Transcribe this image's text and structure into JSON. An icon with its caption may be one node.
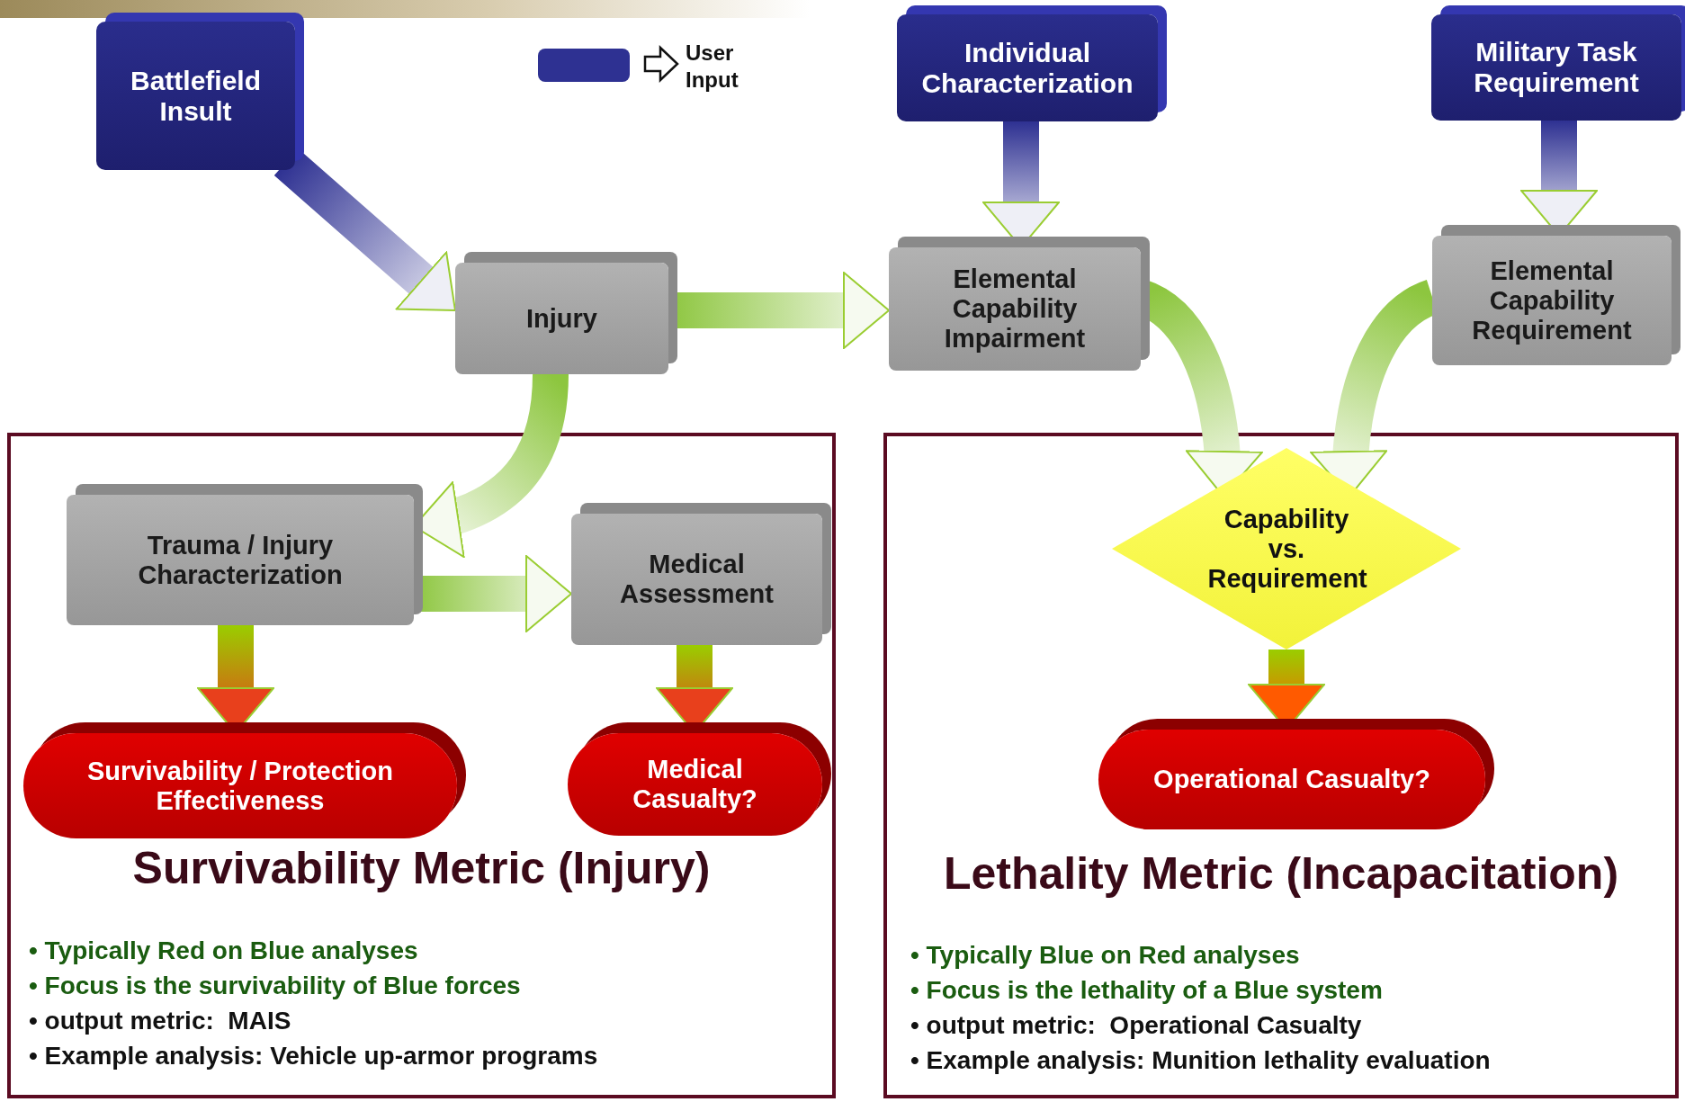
{
  "diagram": {
    "nodes": [
      {
        "text": [
          "Battlefield Insult"
        ]
      },
      {
        "text": [
          "Individual Characterization"
        ]
      },
      {
        "text": [
          "Military Task Requirement"
        ]
      },
      {
        "text": [
          "Injury"
        ]
      },
      {
        "text": [
          "Elemental Capability Impairment"
        ]
      },
      {
        "text": [
          "Elemental Capability Requirement"
        ]
      },
      {
        "text": [
          "Survivability Metric (Injury)",
          "• Typically Red on Blue analyses",
          "• Focus is the survivability of Blue forces",
          "• output metric:  MAIS",
          "• Example analysis: Vehicle up-armor programs"
        ]
      },
      {
        "text": [
          "Trauma / Injury Characterization"
        ],
        "in": 6
      },
      {
        "text": [
          "Medical Assessment"
        ],
        "in": 6
      },
      {
        "text": [
          "Survivability / Protection Effectiveness"
        ],
        "in": 6
      },
      {
        "text": [
          "Medical Casualty?"
        ],
        "in": 6
      },
      {
        "text": [
          "Lethality Metric (Incapacitation)",
          "• Typically Blue on Red analyses",
          "• Focus is the lethality of a Blue system",
          "• output metric:  Operational Casualty",
          "• Example analysis: Munition lethality evaluation"
        ]
      },
      {
        "text": [
          "Capability vs. Requirement"
        ],
        "in": 11
      },
      {
        "text": [
          "Operational Casualty?"
        ],
        "in": 11
      }
    ],
    "edges": [
      {
        "from": 0,
        "to": 3,
        "arrow": "to",
        "color": "#2e3192"
      },
      {
        "from": 1,
        "to": 4,
        "arrow": "to",
        "color": "#2e3192"
      },
      {
        "from": 2,
        "to": 5,
        "arrow": "to",
        "color": "#2e3192"
      },
      {
        "from": 3,
        "to": 4,
        "arrow": "to"
      },
      {
        "from": 3,
        "to": 7,
        "arrow": "to"
      },
      {
        "from": 7,
        "to": 8,
        "arrow": "to"
      },
      {
        "from": 7,
        "to": 9,
        "arrow": "to",
        "color": "#e8401c"
      },
      {
        "from": 8,
        "to": 10,
        "arrow": "to",
        "color": "#e8401c"
      },
      {
        "from": 4,
        "to": 12,
        "arrow": "to"
      },
      {
        "from": 5,
        "to": 12,
        "arrow": "to"
      },
      {
        "from": 12,
        "to": 13,
        "arrow": "to",
        "color": "#ff5a00"
      }
    ],
    "legend": [
      {
        "text": "User Input",
        "color": "#2e3192"
      }
    ]
  }
}
